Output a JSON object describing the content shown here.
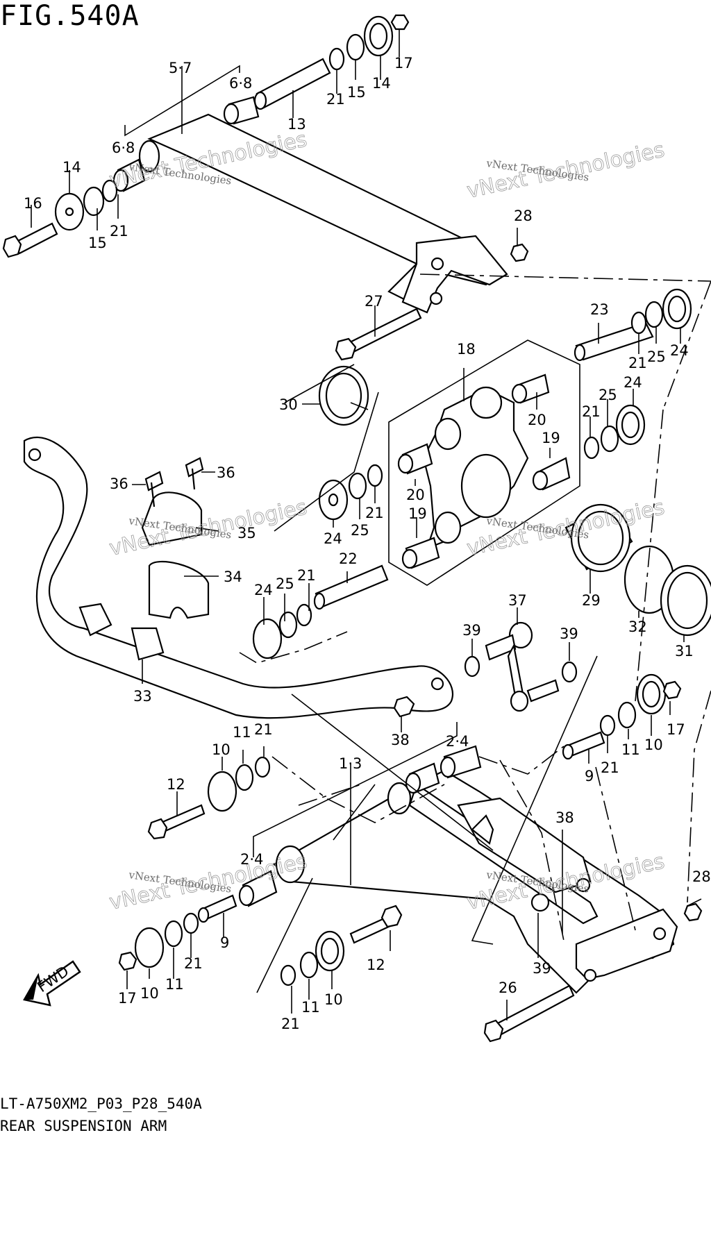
{
  "figure_title": "FIG.540A",
  "model_code": "LT-A750XM2_P03_P28_540A",
  "section_name": "REAR SUSPENSION ARM",
  "watermark_text": "vNext Technologies",
  "fwd_label": "FWD",
  "callouts": {
    "c57": "5·7",
    "c68a": "6·8",
    "c68b": "6·8",
    "c13": "13",
    "c21a": "21",
    "c15a": "15",
    "c14a": "14",
    "c17a": "17",
    "c14b": "14",
    "c16": "16",
    "c15b": "15",
    "c21b": "21",
    "c28a": "28",
    "c27": "27",
    "c23": "23",
    "c21c": "21",
    "c25a": "25",
    "c24a": "24",
    "c18": "18",
    "c30": "30",
    "c20a": "20",
    "c24b": "24",
    "c25b": "25",
    "c21d": "21",
    "c19a": "19",
    "c36a": "36",
    "c36b": "36",
    "c35": "35",
    "c20b": "20",
    "c24c": "24",
    "c25c": "25",
    "c21e": "21",
    "c19b": "19",
    "c34": "34",
    "c22": "22",
    "c21f": "21",
    "c25d": "25",
    "c24d": "24",
    "c29": "29",
    "c32": "32",
    "c31": "31",
    "c37": "37",
    "c39a": "39",
    "c39b": "39",
    "c33": "33",
    "c38a": "38",
    "c17b": "17",
    "c10a": "10",
    "c11a": "11",
    "c21g": "21",
    "c9a": "9",
    "c11b": "11",
    "c21h": "21",
    "c10b": "10",
    "c24e": "2·4",
    "c13b": "1·3",
    "c12a": "12",
    "c38b": "38",
    "c24f": "2·4",
    "c28b": "28",
    "c9b": "9",
    "c21i": "21",
    "c11c": "11",
    "c10c": "10",
    "c17c": "17",
    "c12b": "12",
    "c39c": "39",
    "c26": "26",
    "c21j": "21",
    "c11d": "11",
    "c10d": "10"
  }
}
